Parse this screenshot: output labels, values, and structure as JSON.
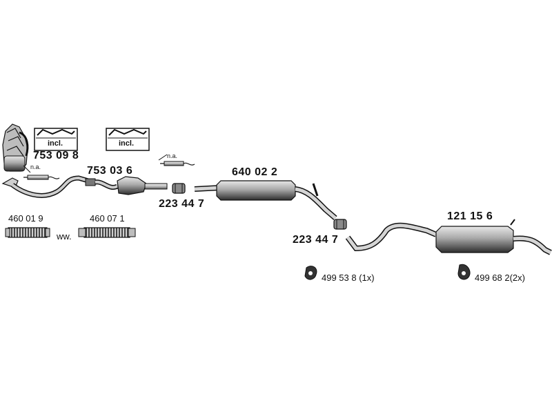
{
  "labels": {
    "kit_left": "incl.",
    "kit_right": "incl.",
    "part_753098": "753 09 8",
    "na_left": "n.a.",
    "part_753036": "753 03 6",
    "na_right": "n.a.",
    "part_640022": "640 02 2",
    "part_223447_a": "223 44 7",
    "part_223447_b": "223 44 7",
    "part_121156": "121 15 6",
    "part_460019": "460 01 9",
    "part_460071": "460 07 1",
    "ww": "ww.",
    "part_499538": "499 53 8 (1x)",
    "part_499682": "499 68 2(2x)"
  },
  "colors": {
    "line": "#111111",
    "fill_light": "#d8d8d8",
    "fill_mid": "#9a9a9a",
    "fill_dark": "#3a3a3a"
  }
}
